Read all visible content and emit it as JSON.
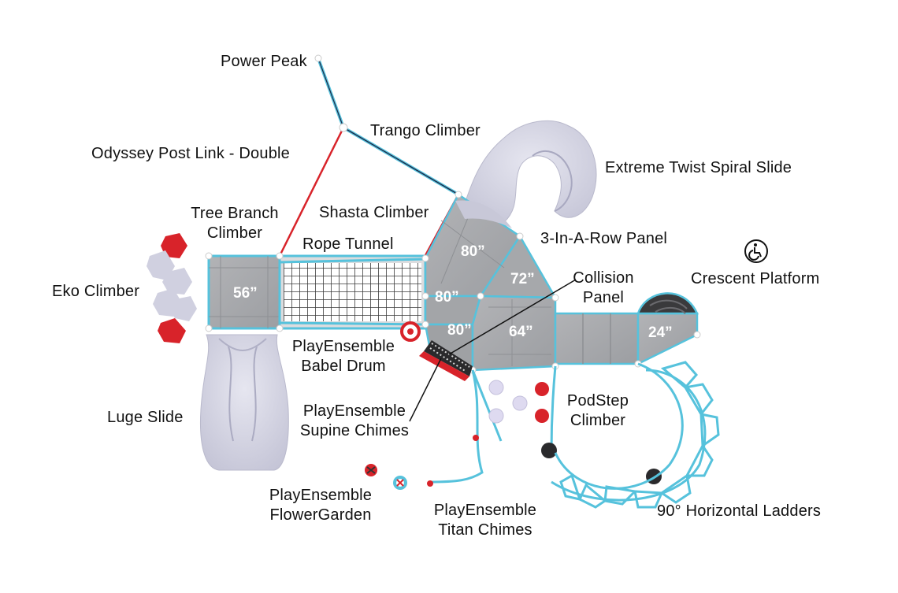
{
  "labels": {
    "power_peak": "Power Peak",
    "trango_climber": "Trango Climber",
    "odyssey_post_link": "Odyssey Post Link - Double",
    "extreme_twist_spiral_slide": "Extreme Twist Spiral Slide",
    "tree_branch_climber": [
      "Tree Branch",
      "Climber"
    ],
    "shasta_climber": "Shasta Climber",
    "three_in_a_row_panel": "3-In-A-Row Panel",
    "rope_tunnel": "Rope Tunnel",
    "eko_climber": "Eko Climber",
    "crescent_platform": "Crescent Platform",
    "collision_panel": [
      "Collision",
      "Panel"
    ],
    "playensemble_babel_drum": [
      "PlayEnsemble",
      "Babel Drum"
    ],
    "playensemble_supine_chimes": [
      "PlayEnsemble",
      "Supine Chimes"
    ],
    "podstep_climber": [
      "PodStep",
      "Climber"
    ],
    "luge_slide": "Luge Slide",
    "playensemble_flowergarden": [
      "PlayEnsemble",
      "FlowerGarden"
    ],
    "playensemble_titan_chimes": [
      "PlayEnsemble",
      "Titan Chimes"
    ],
    "horizontal_ladders": "90° Horizontal Ladders"
  },
  "deck_heights": {
    "deck_56": "56”",
    "deck_80_top": "80”",
    "deck_72": "72”",
    "deck_80_mid": "80”",
    "deck_80_low": "80”",
    "deck_64": "64”",
    "deck_24": "24”"
  },
  "colors": {
    "deck": "#a9aaad",
    "deck_dark": "#8e9094",
    "frame": "#56c2dc",
    "red": "#d8232a",
    "slide": "#d4d4e4",
    "navy": "#1d2a4a"
  },
  "icons": {
    "accessibility": "wheelchair-accessible-icon"
  }
}
